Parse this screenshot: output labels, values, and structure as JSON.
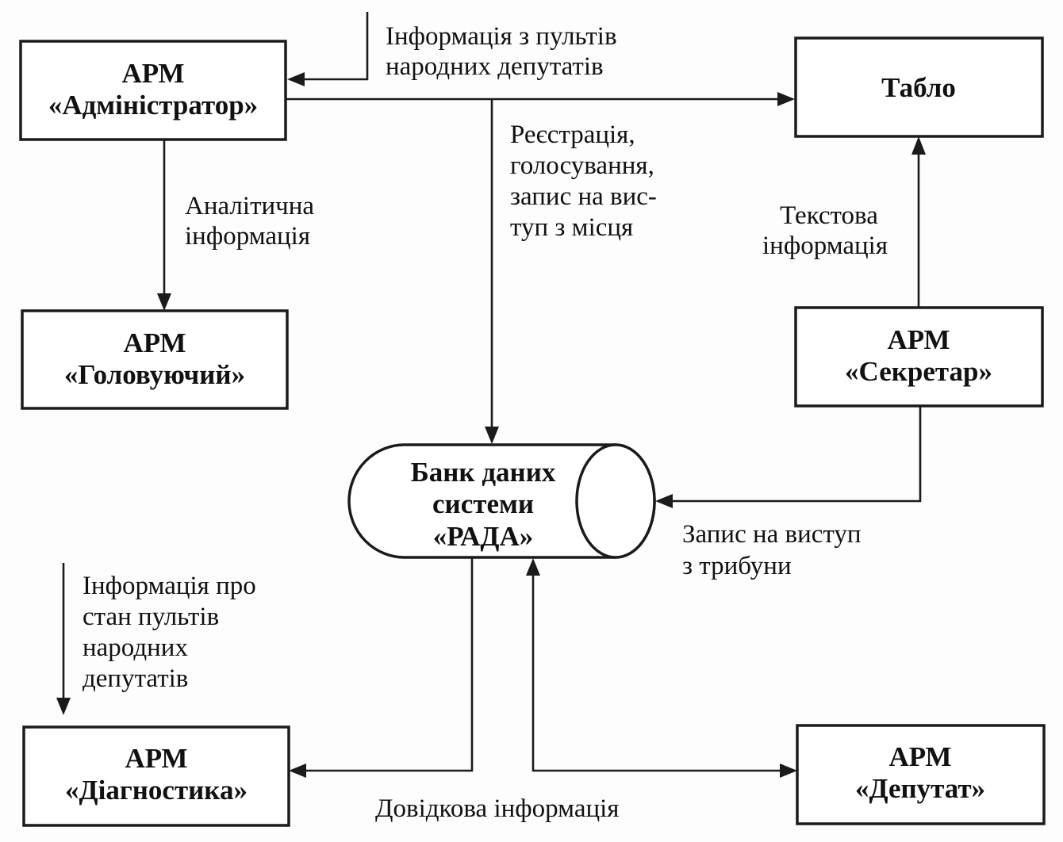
{
  "boxes": {
    "administrator": [
      "АРМ",
      "«Адміністратор»"
    ],
    "tablo": [
      "Табло"
    ],
    "holovuiuchyi": [
      "АРМ",
      "«Головуючий»"
    ],
    "sekretar": [
      "АРМ",
      "«Секретар»"
    ],
    "bank": [
      "Банк даних",
      "системи",
      "«РАДА»"
    ],
    "diahnostyka": [
      "АРМ",
      "«Діагностика»"
    ],
    "deputat": [
      "АРМ",
      "«Депутат»"
    ]
  },
  "labels": {
    "pulty_info": [
      "Інформація з пультів",
      "народних депутатів"
    ],
    "registration": [
      "Реєстрація,",
      "голосування,",
      "запис на вис-",
      "туп з місця"
    ],
    "analytic": [
      "Аналітична",
      "інформація"
    ],
    "text_info": [
      "Текстова",
      "інформація"
    ],
    "speech_tribune": [
      "Запис на виступ",
      "з трибуни"
    ],
    "pulty_state": [
      "Інформація про",
      "стан пультів",
      "народних",
      "депутатів"
    ],
    "reference": [
      "Довідкова інформація"
    ]
  }
}
